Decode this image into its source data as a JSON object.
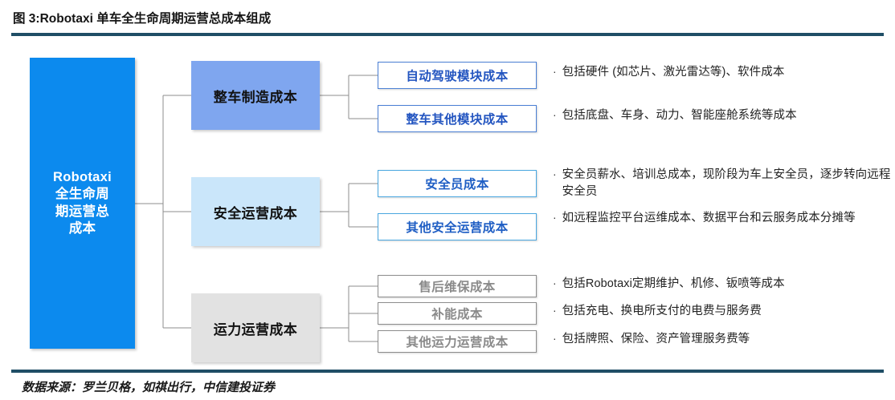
{
  "header": {
    "title": "图 3:Robotaxi 单车全生命周期运营总成本组成",
    "rule_color": "#1f4e66"
  },
  "footer": {
    "source": "数据来源：罗兰贝格，如祺出行，中信建投证券",
    "rule_color": "#1f4e66"
  },
  "diagram": {
    "root": {
      "label": "Robotaxi\n全生命周\n期运营总\n成本",
      "color": "#0c8aee",
      "text_color": "#ffffff"
    },
    "groups": [
      {
        "category": "整车制造成本",
        "category_color": "#7fa6ef",
        "accent_color": "#4a7fd4",
        "items": [
          {
            "label": "自动驾驶模块成本",
            "note": "包括硬件 (如芯片、激光雷达等)、软件成本"
          },
          {
            "label": "整车其他模块成本",
            "note": "包括底盘、车身、动力、智能座舱系统等成本"
          }
        ]
      },
      {
        "category": "安全运营成本",
        "category_color": "#cae6fa",
        "accent_color": "#4aa7e0",
        "items": [
          {
            "label": "安全员成本",
            "note": "安全员薪水、培训总成本，现阶段为车上安全员，逐步转向远程安全员"
          },
          {
            "label": "其他安全运营成本",
            "note": "如远程监控平台运维成本、数据平台和云服务成本分摊等"
          }
        ]
      },
      {
        "category": "运力运营成本",
        "category_color": "#e2e2e2",
        "accent_color": "#8d8d8d",
        "items": [
          {
            "label": "售后维保成本",
            "note": "包括Robotaxi定期维护、机修、钣喷等成本"
          },
          {
            "label": "补能成本",
            "note": "包括充电、换电所支付的电费与服务费"
          },
          {
            "label": "其他运力运营成本",
            "note": "包括牌照、保险、资产管理服务费等"
          }
        ]
      }
    ],
    "bullet_glyph": "·"
  }
}
